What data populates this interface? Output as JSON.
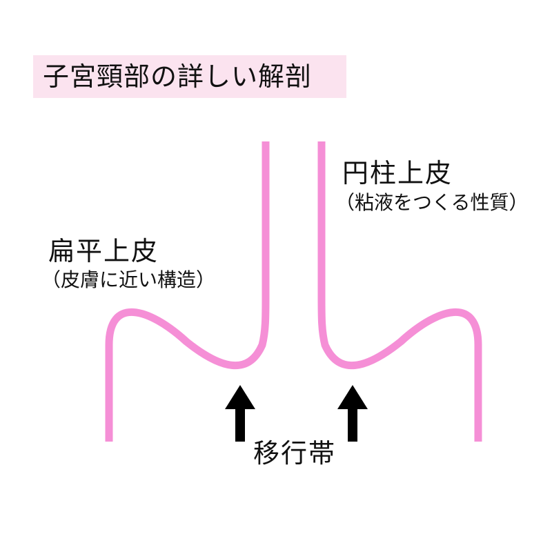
{
  "title": "子宮頸部の詳しい解剖",
  "labels": {
    "squamous_main": "扁平上皮",
    "squamous_sub": "（皮膚に近い構造）",
    "columnar_main": "円柱上皮",
    "columnar_sub": "（粘液をつくる性質）",
    "transition_zone": "移行帯"
  },
  "colors": {
    "title_background": "#fbe3ef",
    "epithelium_line": "#f58fd6",
    "arrow": "#000000",
    "text": "#111111"
  },
  "icons": {
    "arrows": "up-arrow-icon"
  }
}
